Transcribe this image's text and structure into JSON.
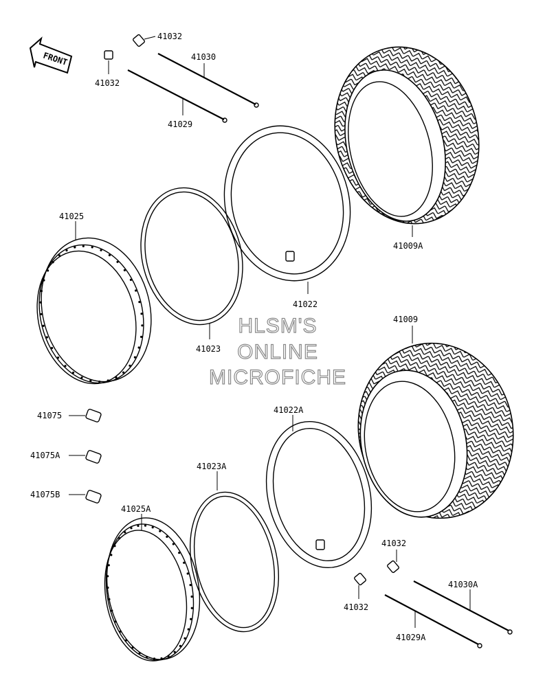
{
  "front_label": "FRONT",
  "watermark": [
    "HLSM'S",
    "ONLINE",
    "MICROFICHE"
  ],
  "parts": {
    "p41032_a": "41032",
    "p41032_b": "41032",
    "p41030": "41030",
    "p41029": "41029",
    "p41025": "41025",
    "p41023": "41023",
    "p41022": "41022",
    "p41009A": "41009A",
    "p41009": "41009",
    "p41075": "41075",
    "p41075A": "41075A",
    "p41075B": "41075B",
    "p41023A": "41023A",
    "p41022A": "41022A",
    "p41025A": "41025A",
    "p41032_c": "41032",
    "p41032_d": "41032",
    "p41030A": "41030A",
    "p41029A": "41029A"
  }
}
